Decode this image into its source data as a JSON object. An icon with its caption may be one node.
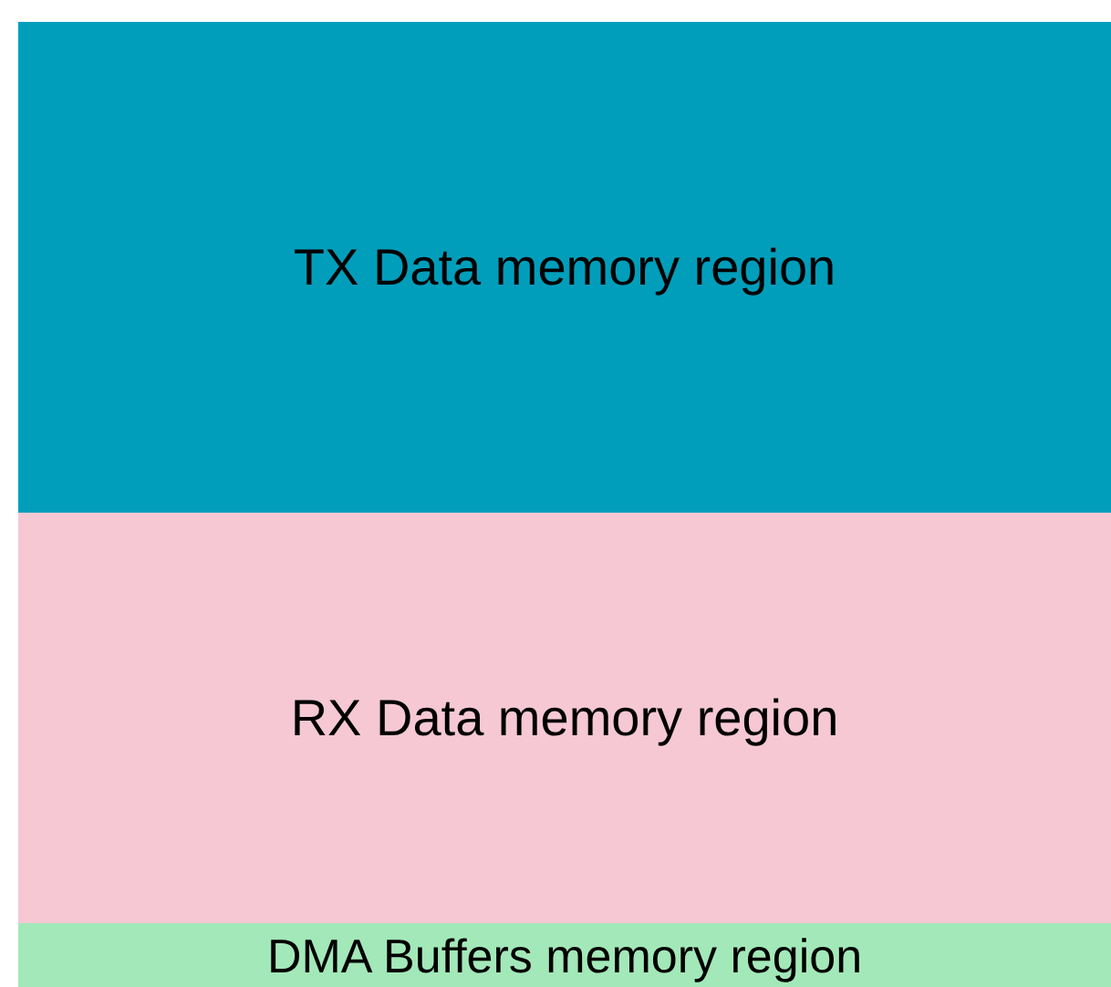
{
  "diagram": {
    "nodes": [
      {
        "text": [
          "TX Data memory region"
        ]
      },
      {
        "text": [
          "RX Data memory region"
        ]
      },
      {
        "text": [
          "DMA Buffers memory region"
        ]
      }
    ]
  }
}
